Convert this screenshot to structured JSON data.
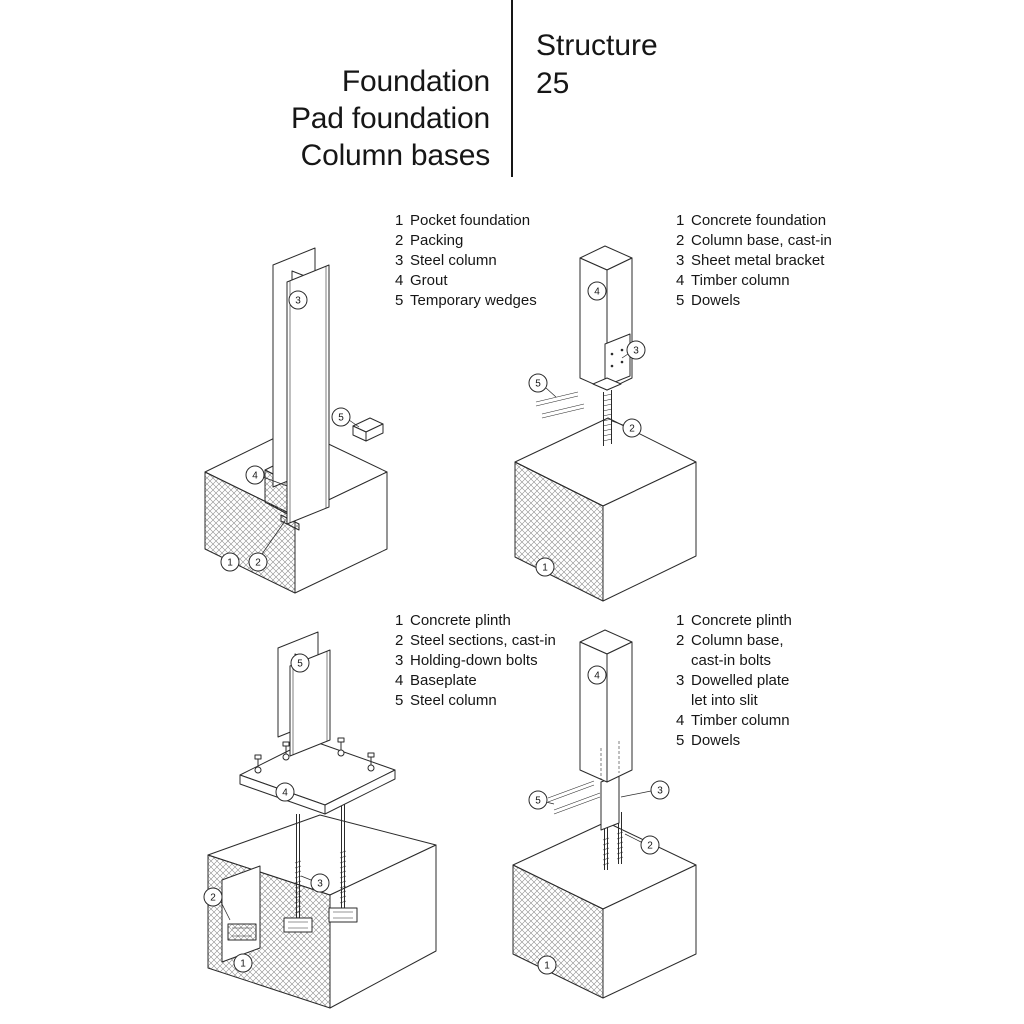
{
  "header": {
    "title_lines": [
      "Foundation",
      "Pad foundation",
      "Column bases"
    ],
    "section_label": "Structure",
    "page_number": "25"
  },
  "figures": [
    {
      "name": "pocket-foundation-steel-column",
      "legend": [
        {
          "num": "1",
          "label": "Pocket foundation"
        },
        {
          "num": "2",
          "label": "Packing"
        },
        {
          "num": "3",
          "label": "Steel column"
        },
        {
          "num": "4",
          "label": "Grout"
        },
        {
          "num": "5",
          "label": "Temporary wedges"
        }
      ],
      "callout_numbers": [
        "1",
        "2",
        "3",
        "4",
        "5"
      ]
    },
    {
      "name": "cast-in-column-base-timber-column",
      "legend": [
        {
          "num": "1",
          "label": "Concrete foundation"
        },
        {
          "num": "2",
          "label": "Column base, cast-in"
        },
        {
          "num": "3",
          "label": "Sheet metal bracket"
        },
        {
          "num": "4",
          "label": "Timber column"
        },
        {
          "num": "5",
          "label": "Dowels"
        }
      ],
      "callout_numbers": [
        "1",
        "2",
        "3",
        "4",
        "5"
      ]
    },
    {
      "name": "baseplate-steel-column",
      "legend": [
        {
          "num": "1",
          "label": "Concrete plinth"
        },
        {
          "num": "2",
          "label": "Steel sections, cast-in"
        },
        {
          "num": "3",
          "label": "Holding-down bolts"
        },
        {
          "num": "4",
          "label": "Baseplate"
        },
        {
          "num": "5",
          "label": "Steel column"
        }
      ],
      "callout_numbers": [
        "1",
        "2",
        "3",
        "4",
        "5"
      ]
    },
    {
      "name": "dowelled-plate-timber-column",
      "legend": [
        {
          "num": "1",
          "label": "Concrete plinth"
        },
        {
          "num": "2",
          "label": "Column base, cast-in bolts"
        },
        {
          "num": "3",
          "label": "Dowelled plate let into slit"
        },
        {
          "num": "4",
          "label": "Timber column"
        },
        {
          "num": "5",
          "label": "Dowels"
        }
      ],
      "callout_numbers": [
        "1",
        "2",
        "3",
        "4",
        "5"
      ]
    }
  ],
  "colors": {
    "ink": "#161616",
    "paper": "#ffffff",
    "hatch": "#8a8a8a"
  }
}
